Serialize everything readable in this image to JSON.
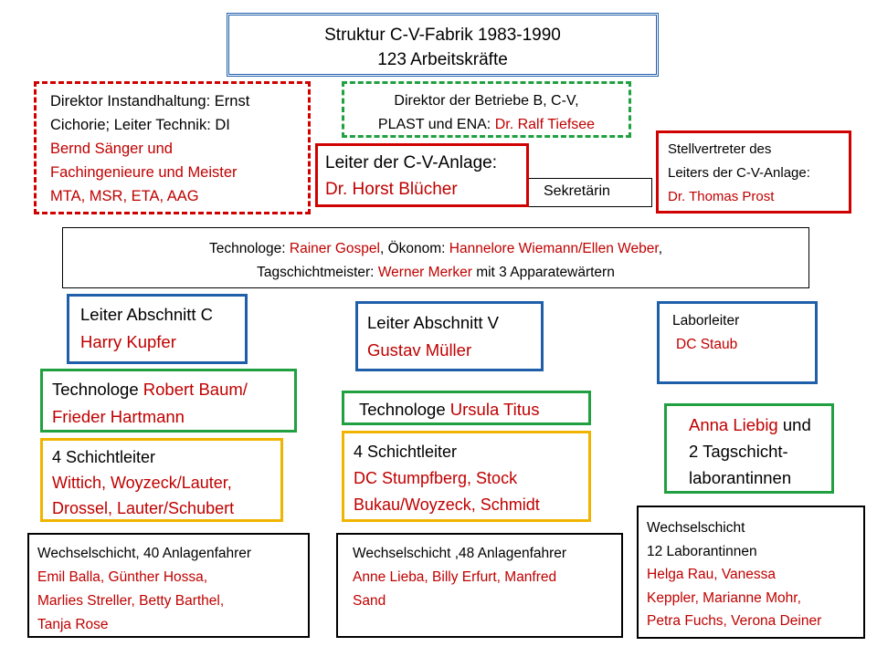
{
  "title": {
    "line1": "Struktur C-V-Fabrik 1983-1990",
    "line2": "123 Arbeitskräfte"
  },
  "direktor_instandhaltung": {
    "line1": "Direktor Instandhaltung: Ernst",
    "line2": "Cichorie; Leiter Technik: DI",
    "line3": "Bernd Sänger und",
    "line4": "Fachingenieure und Meister",
    "line5": "MTA, MSR, ETA, AAG"
  },
  "direktor_betriebe": {
    "line1": "Direktor der Betriebe B, C-V,",
    "line2_prefix": "PLAST und ENA: ",
    "line2_name": "Dr. Ralf Tiefsee"
  },
  "leiter_anlage": {
    "title": "Leiter der C-V-Anlage:",
    "name": "Dr. Horst Blücher"
  },
  "sekretaerin": {
    "label": "Sekretärin"
  },
  "stellvertreter": {
    "line1": "Stellvertreter des",
    "line2": "Leiters der C-V-Anlage:",
    "name": "Dr. Thomas Prost"
  },
  "staff": {
    "technologe_label": "Technologe: ",
    "technologe_name": "Rainer Gospel",
    "oekonom_label": ", Ökonom: ",
    "oekonom_name": "Hannelore Wiemann/Ellen Weber",
    "comma": ",",
    "meister_label": "Tagschichtmeister: ",
    "meister_name": "Werner Merker",
    "meister_suffix": " mit 3 Apparatewärtern"
  },
  "abschnitt_c": {
    "leiter_title": "Leiter Abschnitt C",
    "leiter_name": "Harry Kupfer",
    "technologe_label": "Technologe ",
    "technologe_name1": "Robert Baum/",
    "technologe_name2": "Frieder Hartmann",
    "schicht_title": "4 Schichtleiter",
    "schicht_names1": "Wittich, Woyzeck/Lauter,",
    "schicht_names2": "Drossel, Lauter/Schubert",
    "wechsel_title": "Wechselschicht,  40 Anlagenfahrer",
    "wechsel_names1": "Emil Balla, Günther Hossa,",
    "wechsel_names2": "Marlies Streller, Betty Barthel,",
    "wechsel_names3": "Tanja Rose"
  },
  "abschnitt_v": {
    "leiter_title": "Leiter Abschnitt V",
    "leiter_name": "Gustav Müller",
    "technologe_label": "Technologe ",
    "technologe_name": "Ursula Titus",
    "schicht_title": "4 Schichtleiter",
    "schicht_names1": "DC Stumpfberg, Stock",
    "schicht_names2": "Bukau/Woyzeck, Schmidt",
    "wechsel_title": "Wechselschicht ,48 Anlagenfahrer",
    "wechsel_names1": "Anne Lieba, Billy Erfurt, Manfred",
    "wechsel_names2": "Sand"
  },
  "labor": {
    "leiter_title": "Laborleiter",
    "leiter_name": "DC Staub",
    "tag_name": "Anna Liebig",
    "tag_suffix": " und",
    "tag_line2": "2 Tagschicht-",
    "tag_line3": "laborantinnen",
    "wechsel_title1": "Wechselschicht",
    "wechsel_title2": "12 Laborantinnen",
    "wechsel_names1": "Helga Rau, Vanessa",
    "wechsel_names2": "Keppler, Marianne Mohr,",
    "wechsel_names3": "Petra Fuchs, Verona Deiner"
  },
  "colors": {
    "name_red": "#c00000",
    "border_red": "#d00000",
    "border_blue": "#1f5faa",
    "border_green": "#20a040",
    "border_yellow": "#f0b400",
    "border_black": "#000000"
  }
}
